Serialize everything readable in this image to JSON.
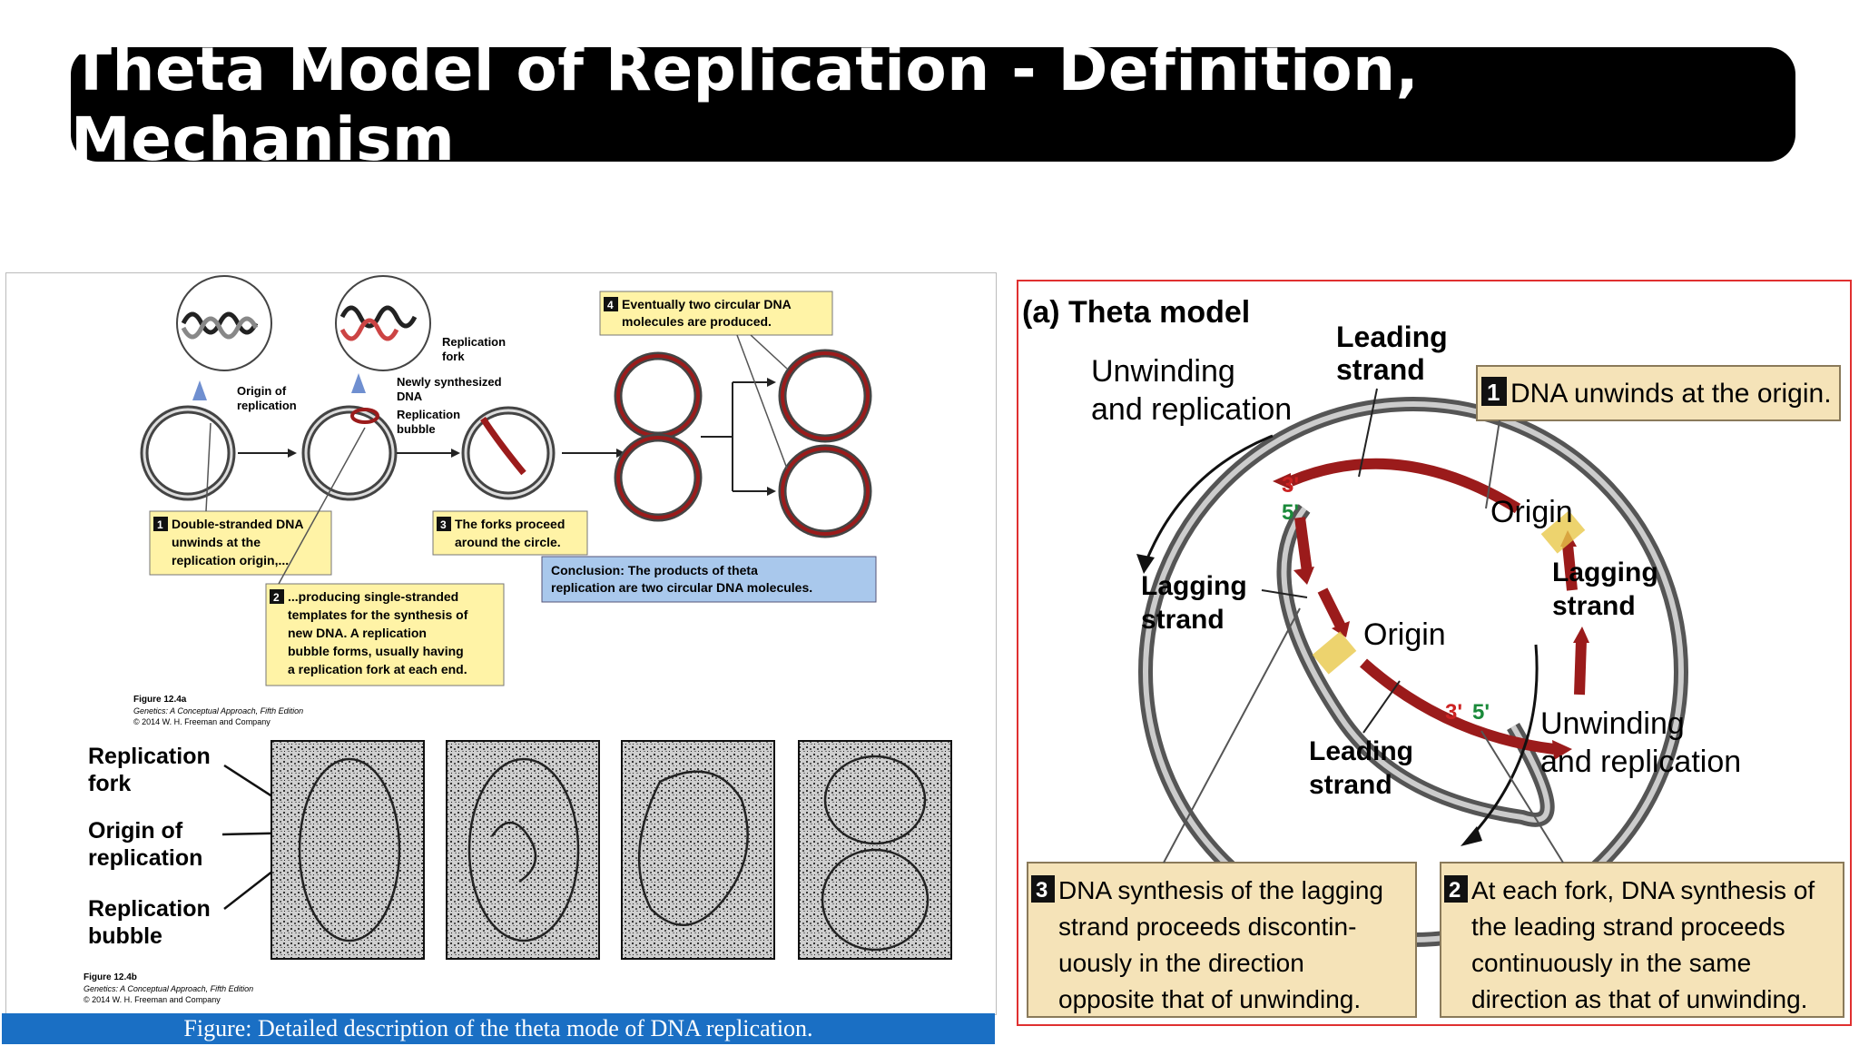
{
  "title": "Theta Model of Replication - Definition, Mechanism",
  "left_panel": {
    "labels": {
      "origin": "Origin of replication",
      "replication_fork": "Replication fork",
      "newly_synthesized": "Newly synthesized DNA",
      "replication_bubble": "Replication bubble"
    },
    "steps": [
      {
        "num": "1",
        "lines": [
          "Double-stranded DNA",
          "unwinds at the",
          "replication origin,..."
        ]
      },
      {
        "num": "2",
        "lines": [
          "...producing single-stranded",
          "templates for the synthesis of",
          "new DNA. A replication",
          "bubble forms, usually having",
          "a replication fork at each end."
        ]
      },
      {
        "num": "3",
        "lines": [
          "The forks proceed",
          "around the circle."
        ]
      },
      {
        "num": "4",
        "lines": [
          "Eventually two circular DNA",
          "molecules are produced."
        ]
      }
    ],
    "conclusion": [
      "Conclusion: The products of theta",
      "replication are two circular DNA molecules."
    ],
    "figure_a": [
      "Figure 12.4a",
      "Genetics: A Conceptual Approach, Fifth Edition",
      "© 2014 W. H. Freeman and Company"
    ],
    "micro_labels": [
      "Replication",
      "fork",
      "Origin of",
      "replication",
      "Replication",
      "bubble"
    ],
    "figure_b": [
      "Figure 12.4b",
      "Genetics: A Conceptual Approach, Fifth Edition",
      "© 2014 W. H. Freeman and Company"
    ]
  },
  "caption": "Figure: Detailed description of the theta mode of DNA replication.",
  "right_panel": {
    "heading": "(a)  Theta model",
    "unwinding_top": [
      "Unwinding",
      "and replication"
    ],
    "leading_top": [
      "Leading",
      "strand"
    ],
    "lagging_left": [
      "Lagging",
      "strand"
    ],
    "lagging_right": [
      "Lagging",
      "strand"
    ],
    "origin_outer": "Origin",
    "origin_inner": "Origin",
    "leading_bottom": [
      "Leading",
      "strand"
    ],
    "unwinding_bottom": [
      "Unwinding",
      "and replication"
    ],
    "end_3_top": "3'",
    "end_5_top": "5'",
    "end_3_bottom": "3'",
    "end_5_bottom": "5'",
    "step1": {
      "num": "1",
      "text": "DNA unwinds at the origin."
    },
    "step3": {
      "num": "3",
      "lines": [
        "DNA synthesis of the lagging",
        "strand proceeds discontin-",
        "uously in the direction",
        "opposite that of unwinding."
      ]
    },
    "step2": {
      "num": "2",
      "lines": [
        "At each fork, DNA synthesis of",
        "the leading strand proceeds",
        "continuously in the same",
        "direction as that of unwinding."
      ]
    }
  },
  "colors": {
    "strand_red": "#9b1b1b",
    "box_yellow": "#fff3a6",
    "box_tan": "#f5e3b8",
    "conclusion_blue": "#a9c8ec",
    "caption_blue": "#1a6fc4",
    "frame_red": "#e03030"
  }
}
